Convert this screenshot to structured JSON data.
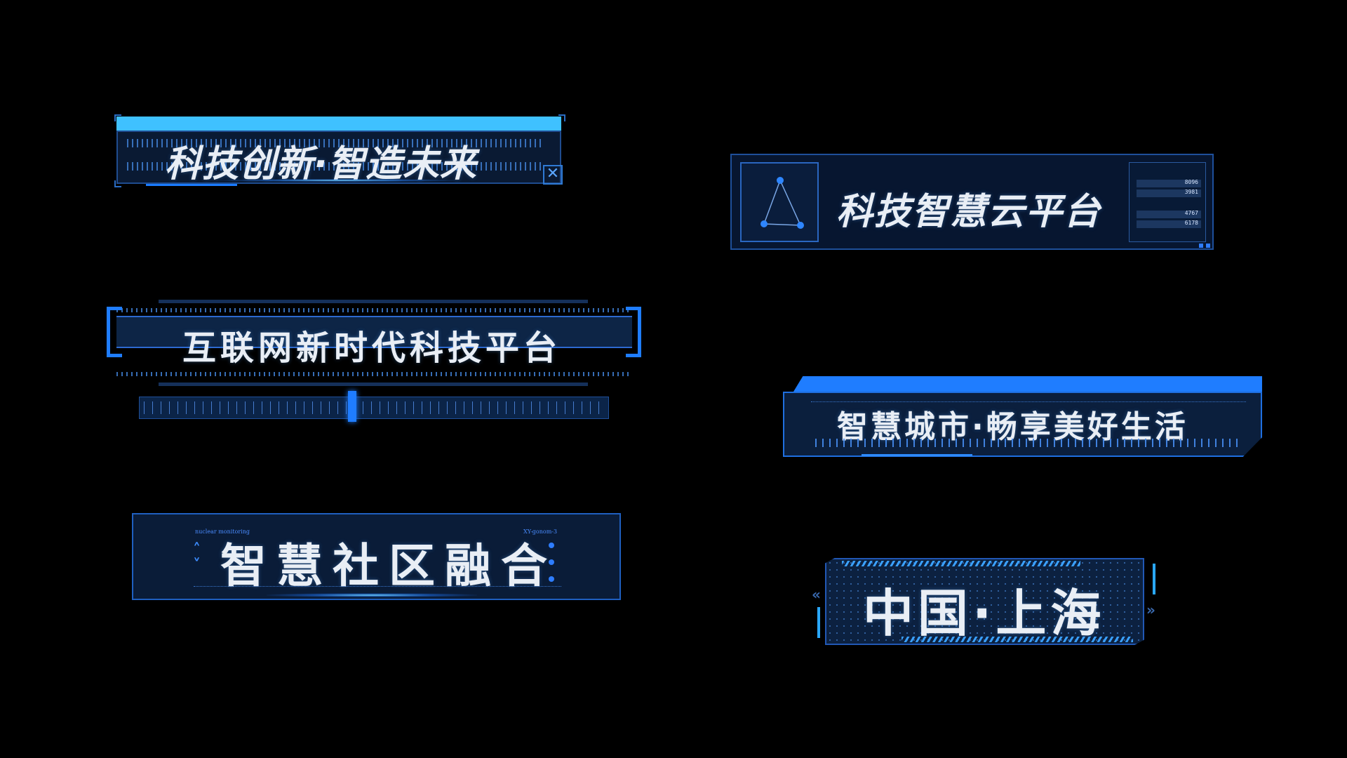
{
  "panels": {
    "p1": {
      "title": "科技创新·智造未来",
      "close_icon": "✕"
    },
    "p2": {
      "title": "科技智慧云平台",
      "stats": [
        "8096",
        "3981",
        "4767",
        "6178"
      ]
    },
    "p3": {
      "title": "互联网新时代科技平台"
    },
    "p4": {
      "title": "智慧城市·畅享美好生活"
    },
    "p5": {
      "title": "智慧社区融合",
      "label_left": "nuclear monitoring",
      "label_right": "XY-gonom-3"
    },
    "p6": {
      "title": "中国·上海",
      "left_arrows": "«",
      "right_arrows": "»"
    }
  },
  "colors": {
    "background": "#000000",
    "accent": "#1f7dff",
    "accent_light": "#3fc1ff",
    "panel_fill": "#0b1f3d",
    "text": "#e9eef5"
  },
  "icons": [
    "triangle-network-icon",
    "close-icon",
    "chevron-up-icon",
    "chevron-down-icon",
    "double-chevron-left-icon",
    "double-chevron-right-icon"
  ]
}
